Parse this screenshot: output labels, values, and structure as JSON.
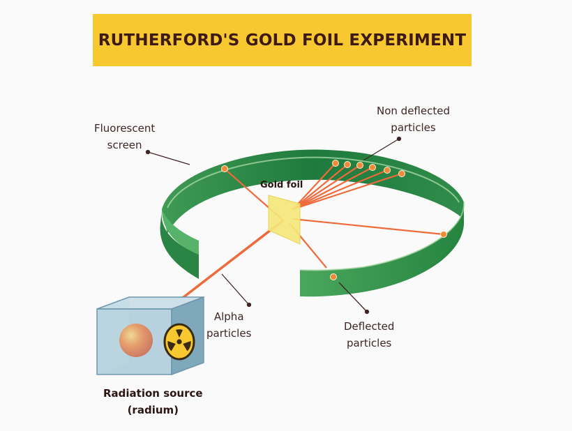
{
  "title": "RUTHERFORD'S GOLD FOIL EXPERIMENT",
  "labels": {
    "fluorescent_screen": [
      "Fluorescent",
      "screen"
    ],
    "non_deflected": [
      "Non deflected",
      "particles"
    ],
    "gold_foil": "Gold foil",
    "alpha": [
      "Alpha",
      "particles"
    ],
    "deflected": [
      "Deflected",
      "particles"
    ],
    "source": [
      "Radiation source",
      "(radium)"
    ]
  },
  "icons": {
    "radiation": "radiation-trefoil-icon",
    "radium_sphere": "radium-sphere"
  },
  "colors": {
    "title_bg": "#f7c830",
    "title_text": "#3e1a16",
    "screen_green": "#2e8b4a",
    "beam": "#ef6a3a",
    "foil": "#f3e77a",
    "box": "#8fb6c9"
  }
}
